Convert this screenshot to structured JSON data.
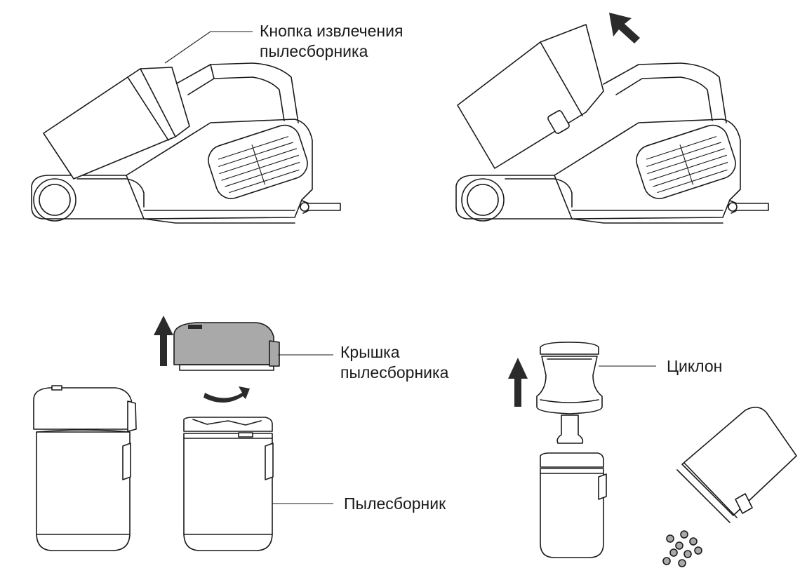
{
  "labels": {
    "eject_button": [
      "Кнопка извлечения",
      "пылесборника"
    ],
    "bin_lid": [
      "Крышка",
      "пылесборника"
    ],
    "cyclone": "Циклон",
    "dust_bin": "Пылесборник"
  }
}
